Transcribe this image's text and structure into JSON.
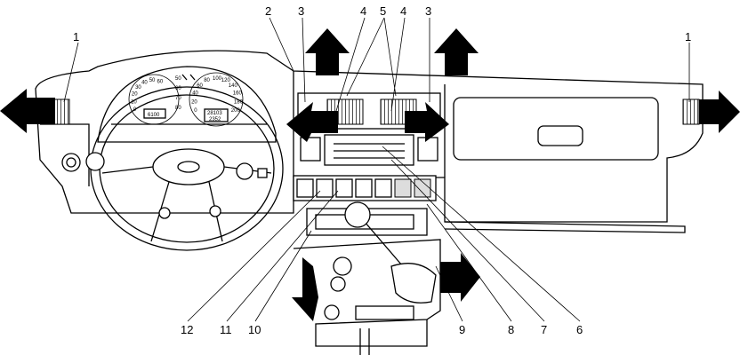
{
  "diagram": {
    "callouts_top": [
      "1",
      "2",
      "3",
      "4",
      "5",
      "4",
      "3",
      "1"
    ],
    "callouts_bottom": [
      "12",
      "11",
      "10",
      "9",
      "8",
      "7",
      "6"
    ],
    "tachometer_ticks": [
      "0",
      "10",
      "20",
      "30",
      "40",
      "50",
      "60"
    ],
    "speedometer_ticks": [
      "0",
      "20",
      "40",
      "60",
      "80",
      "100",
      "120",
      "140",
      "160",
      "180",
      "200"
    ],
    "temperature_ticks": [
      "50",
      "60",
      "70",
      "80"
    ],
    "tach_display": "6100",
    "odometer": "28103",
    "trip": "2352",
    "colors": {
      "line": "#000000",
      "background": "#ffffff",
      "hatch": "#dddddd"
    }
  }
}
